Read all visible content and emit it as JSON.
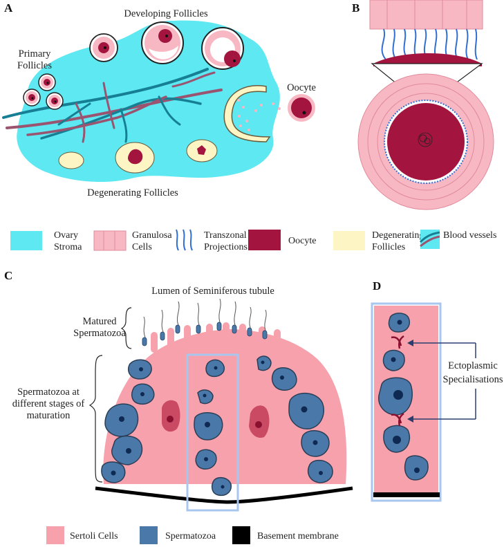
{
  "panels": {
    "a": "A",
    "b": "B",
    "c": "C",
    "d": "D"
  },
  "ovary": {
    "developing": "Developing Follicles",
    "primary_line1": "Primary",
    "primary_line2": "Follicles",
    "oocyte": "Oocyte",
    "degenerating": "Degenerating Follicles"
  },
  "legend_top": [
    {
      "line1": "Ovary",
      "line2": "Stroma",
      "color": "#5de8f2"
    },
    {
      "line1": "Granulosa",
      "line2": "Cells",
      "color": "#f7b8c4"
    },
    {
      "line1": "Transzonal",
      "line2": "Projections",
      "color": "#2f6fd1"
    },
    {
      "line1": "Oocyte",
      "line2": "",
      "color": "#a3153f"
    },
    {
      "line1": "Degenerating",
      "line2": "Follicles",
      "color": "#fdf5c4"
    },
    {
      "line1": "Blood vessels",
      "line2": "",
      "color": "#1f7f94"
    }
  ],
  "testis": {
    "lumen": "Lumen of Seminiferous tubule",
    "matured_line1": "Matured",
    "matured_line2": "Spermatozoa",
    "stages_line1": "Spermatozoa at",
    "stages_line2": "different stages of",
    "stages_line3": "maturation",
    "ecto_line1": "Ectoplasmic",
    "ecto_line2": "Specialisations"
  },
  "legend_bottom": [
    {
      "label": "Sertoli Cells",
      "color": "#f7a1ad"
    },
    {
      "label": "Spermatozoa",
      "color": "#4a78a8"
    },
    {
      "label": "Basement membrane",
      "color": "#000000"
    }
  ],
  "colors": {
    "stroma": "#5de8f2",
    "granulosa": "#f7b8c4",
    "oocyte": "#a3153f",
    "degenerating": "#fdf5c4",
    "vessel_teal": "#167f93",
    "vessel_mauve": "#9b5470",
    "sertoli": "#f7a1ad",
    "sperm": "#4a78a8",
    "sperm_nucleus": "#0e2a52",
    "highlight_box": "#a9c6ef",
    "arrow": "#2a3e6e"
  }
}
